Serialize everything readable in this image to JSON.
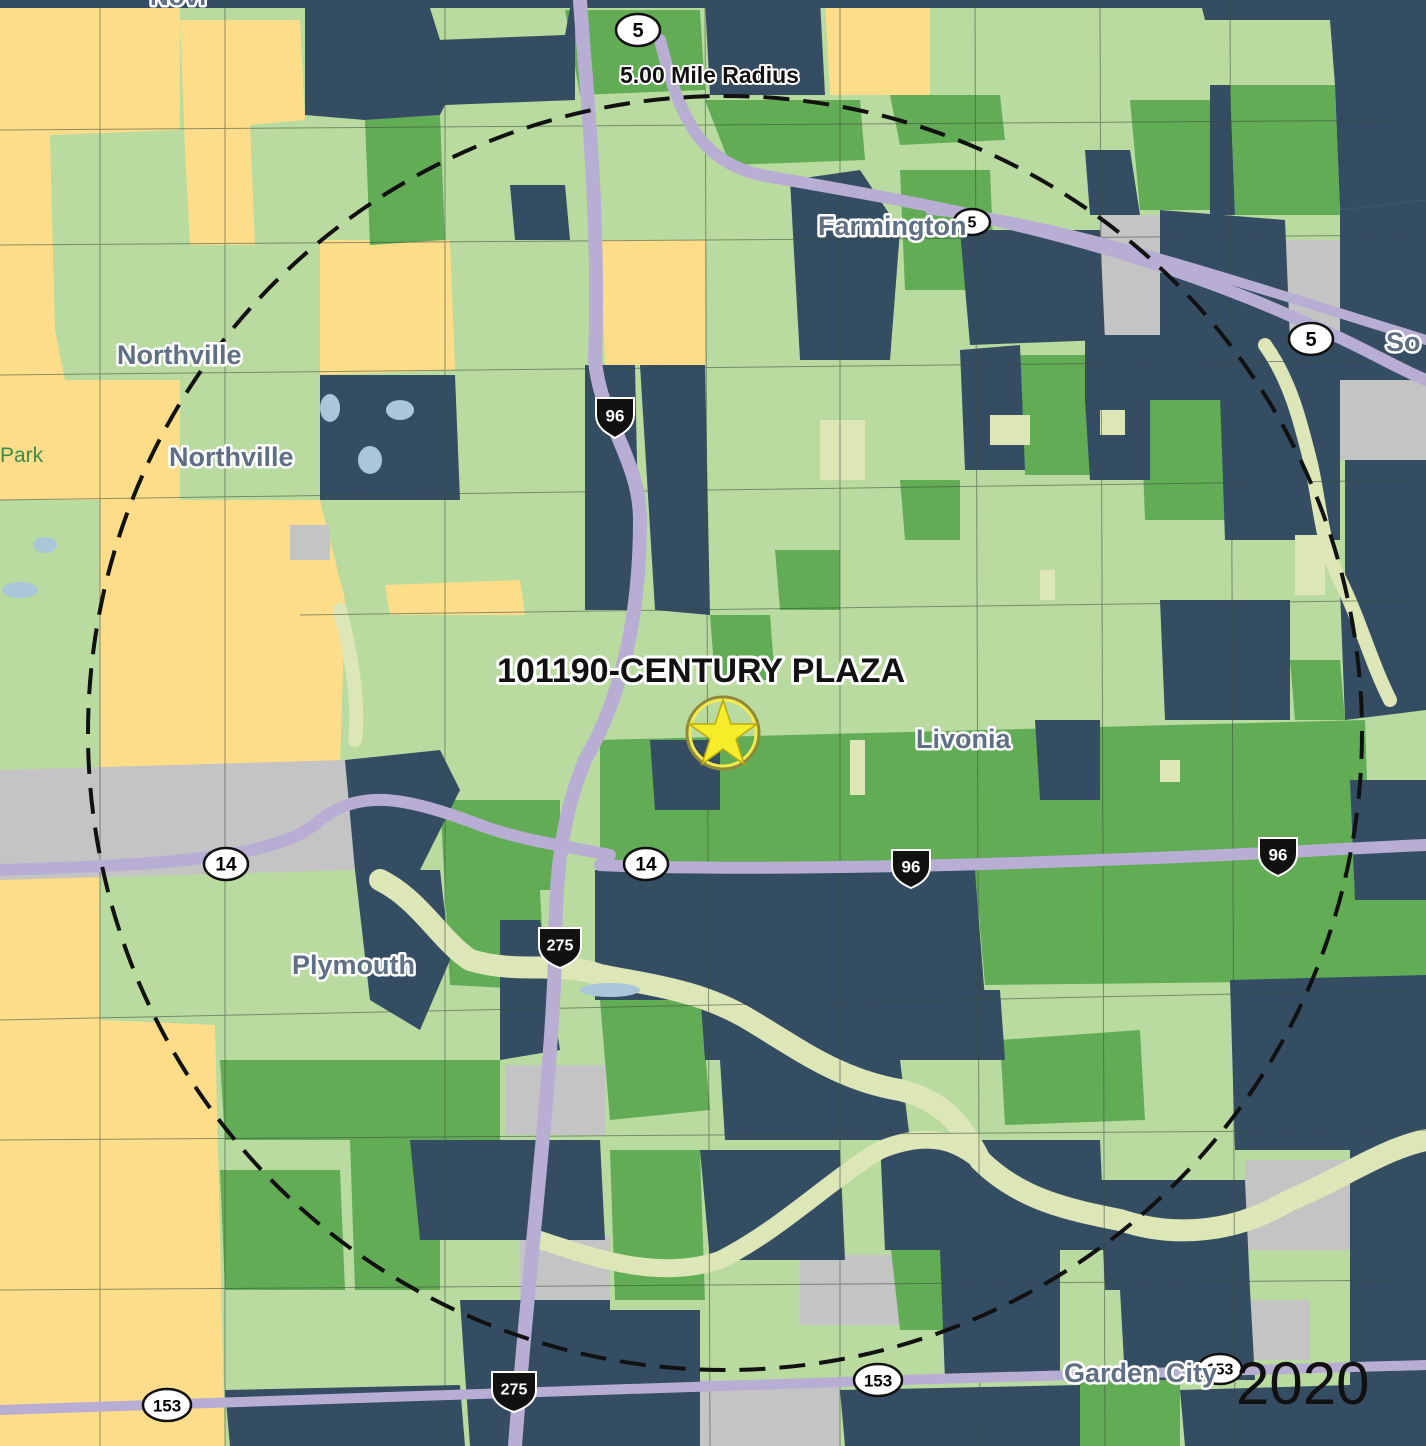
{
  "map": {
    "colors": {
      "tier_1_yellow": "#fddc8a",
      "tier_2_pale_green": "#b9dba0",
      "tier_3_mid_green": "#62ac56",
      "tier_4_dark_navy": "#344d63",
      "no_data_gray": "#c4c4c4",
      "park_cream": "#dde6b6",
      "water": "#a9c7d9",
      "road": "#b8aed4",
      "radius_ring": "#111111",
      "site_star": "#f7ec2a",
      "top_bar": "#0d2a4f"
    },
    "radius_label": "5.00 Mile Radius",
    "site_label": "101190-CENTURY PLAZA",
    "site_icon": "star-icon",
    "year": "2020",
    "top_clipped_label": "Novi",
    "places": {
      "northville_1": "Northville",
      "northville_2": "Northville",
      "farmington": "Farmington",
      "livonia": "Livonia",
      "plymouth": "Plymouth",
      "garden_city": "Garden City",
      "southfield_partial": "So",
      "park_partial": "Park"
    },
    "shields": {
      "us5_top": "5",
      "us5_farmington": "5",
      "us5_right": "5",
      "i96_north": "96",
      "m14_west": "14",
      "m14_east": "14",
      "i96_east": "96",
      "i96_far_east": "96",
      "i275_mid": "275",
      "i275_south": "275",
      "m153_west": "153",
      "m153_mid": "153",
      "m153_east": "153"
    }
  }
}
